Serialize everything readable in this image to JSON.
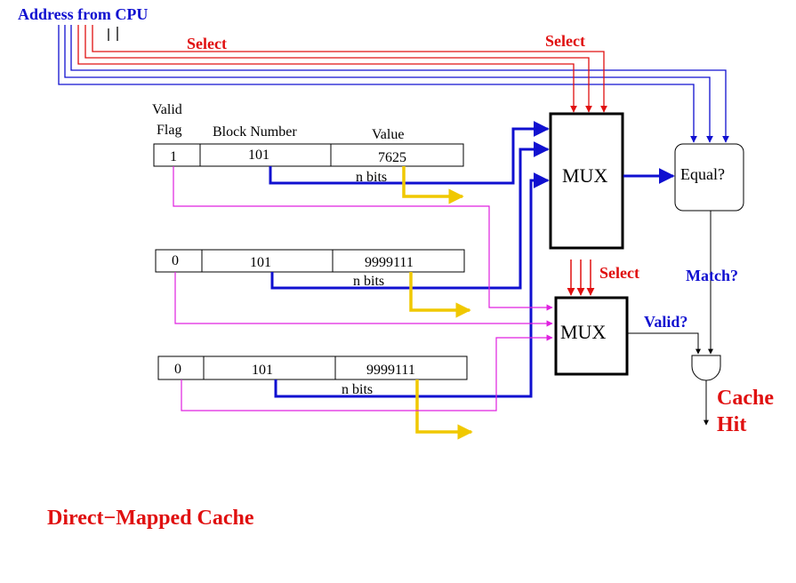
{
  "labels": {
    "address_from_cpu": "Address from CPU",
    "select": "Select",
    "valid": "Valid",
    "flag": "Flag",
    "block_number": "Block Number",
    "value": "Value",
    "n_bits": "n bits",
    "mux": "MUX",
    "equal": "Equal?",
    "match": "Match?",
    "valid_q": "Valid?",
    "cache": "Cache",
    "hit": "Hit",
    "title": "Direct−Mapped Cache"
  },
  "rows": [
    {
      "flag": "1",
      "block": "101",
      "value": "7625"
    },
    {
      "flag": "0",
      "block": "101",
      "value": "9999111"
    },
    {
      "flag": "0",
      "block": "101",
      "value": "9999111"
    }
  ],
  "colors": {
    "blue": "#1010d0",
    "red": "#e01010",
    "magenta": "#e020e0",
    "yellow": "#f0c800"
  }
}
